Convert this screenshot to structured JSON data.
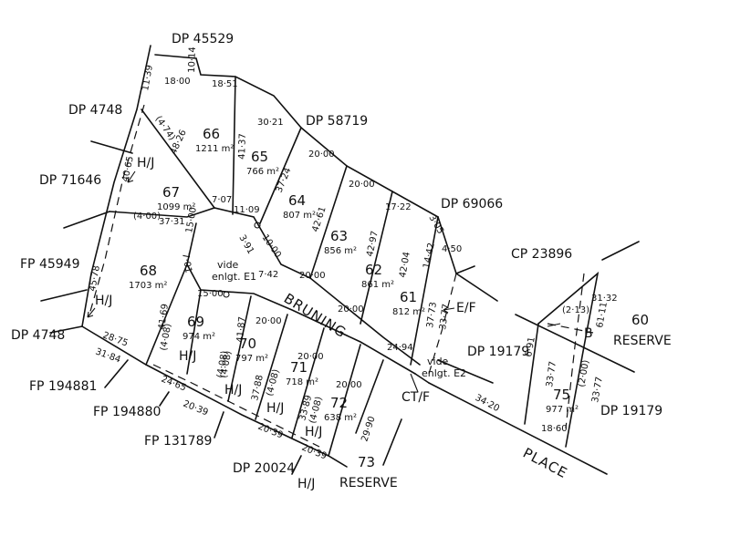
{
  "plans": {
    "dp45529": "DP 45529",
    "dp4748_top": "DP 4748",
    "dp58719": "DP 58719",
    "dp71646": "DP 71646",
    "dp69066": "DP 69066",
    "fp45949": "FP 45949",
    "cp23896": "CP 23896",
    "dp4748_bot": "DP 4748",
    "fp194881": "FP 194881",
    "fp194880": "FP 194880",
    "fp131789": "FP 131789",
    "dp20024": "DP 20024",
    "dp19179_a": "DP 19179",
    "dp19179_b": "DP 19179"
  },
  "reserves": {
    "r60_num": "60",
    "r60_word": "RESERVE",
    "r73_num": "73",
    "r73_word": "RESERVE"
  },
  "roads": {
    "bruning": "BRUNING",
    "place": "PLACE"
  },
  "lots": [
    {
      "num": "66",
      "area": "1211 m²"
    },
    {
      "num": "65",
      "area": "766 m²"
    },
    {
      "num": "64",
      "area": "807 m²"
    },
    {
      "num": "63",
      "area": "856 m²"
    },
    {
      "num": "62",
      "area": "861 m²"
    },
    {
      "num": "61",
      "area": "812 m²"
    },
    {
      "num": "67",
      "area": "1099 m²"
    },
    {
      "num": "68",
      "area": "1703 m²"
    },
    {
      "num": "69",
      "area": "974 m²"
    },
    {
      "num": "70",
      "area": "797 m²"
    },
    {
      "num": "71",
      "area": "718 m²"
    },
    {
      "num": "72",
      "area": "638 m²"
    },
    {
      "num": "75",
      "area": "977 m²"
    }
  ],
  "dims": [
    "11·39",
    "18·00",
    "10·14",
    "18·51",
    "30·21",
    "48·26",
    "(4·74)",
    "41·37",
    "20·00",
    "37·24",
    "20·00",
    "42·61",
    "17·22",
    "42·97",
    "42·04",
    "3·05",
    "4·50",
    "14·42",
    "40·65",
    "7·07",
    "11·09",
    "(4·00)",
    "37·31",
    "15·00",
    "3·91",
    "10·00",
    "7·42",
    "20·00",
    "20·00",
    "45·78",
    "7·01",
    "15·00",
    "41·69",
    "(4·08)",
    "41·87",
    "(4·08)",
    "37·88",
    "(4·08)",
    "33·89",
    "(4·08)",
    "29·90",
    "28·75",
    "31·84",
    "24·65",
    "20·39",
    "20·39",
    "20·39",
    "20·00",
    "20·00",
    "20·00",
    "37·73",
    "33·77",
    "24·94",
    "34·20",
    "(2·13)",
    "31·32",
    "61·11",
    "6·91",
    "33·77",
    "(2·00)",
    "33·77",
    "18·60",
    "(4·08)"
  ],
  "notes": {
    "hj1": "H/J",
    "hj2": "H/J",
    "hj3": "H/J",
    "hj4": "H/J",
    "hj5": "H/J",
    "hj6": "H/J",
    "hj7": "H/J",
    "ef": "E/F",
    "ctf": "CT/F",
    "b": "B",
    "vide1a": "vide",
    "vide1b": "enlgt. E1",
    "vide2a": "vide",
    "vide2b": "enlgt. E2"
  }
}
